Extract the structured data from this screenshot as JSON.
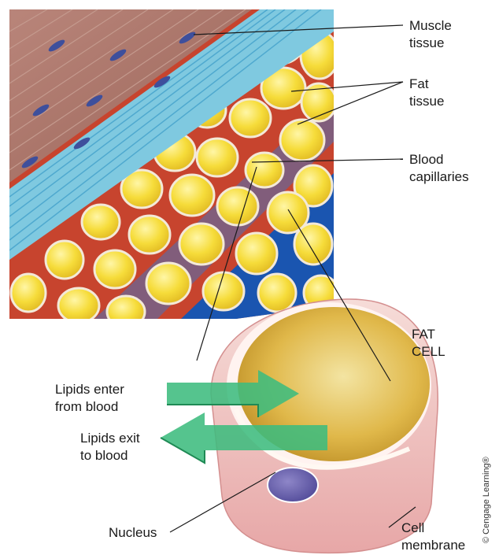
{
  "labels": {
    "muscle_tissue": [
      "Muscle",
      "tissue"
    ],
    "fat_tissue": [
      "Fat",
      "tissue"
    ],
    "blood_capillaries": [
      "Blood",
      "capillaries"
    ],
    "fat_cell": [
      "FAT",
      "CELL"
    ],
    "lipids_enter": [
      "Lipids enter",
      "from blood"
    ],
    "lipids_exit": [
      "Lipids exit",
      "to blood"
    ],
    "nucleus": "Nucleus",
    "cell_membrane": [
      "Cell",
      "membrane"
    ]
  },
  "credit": "© Cengage Learning®"
}
